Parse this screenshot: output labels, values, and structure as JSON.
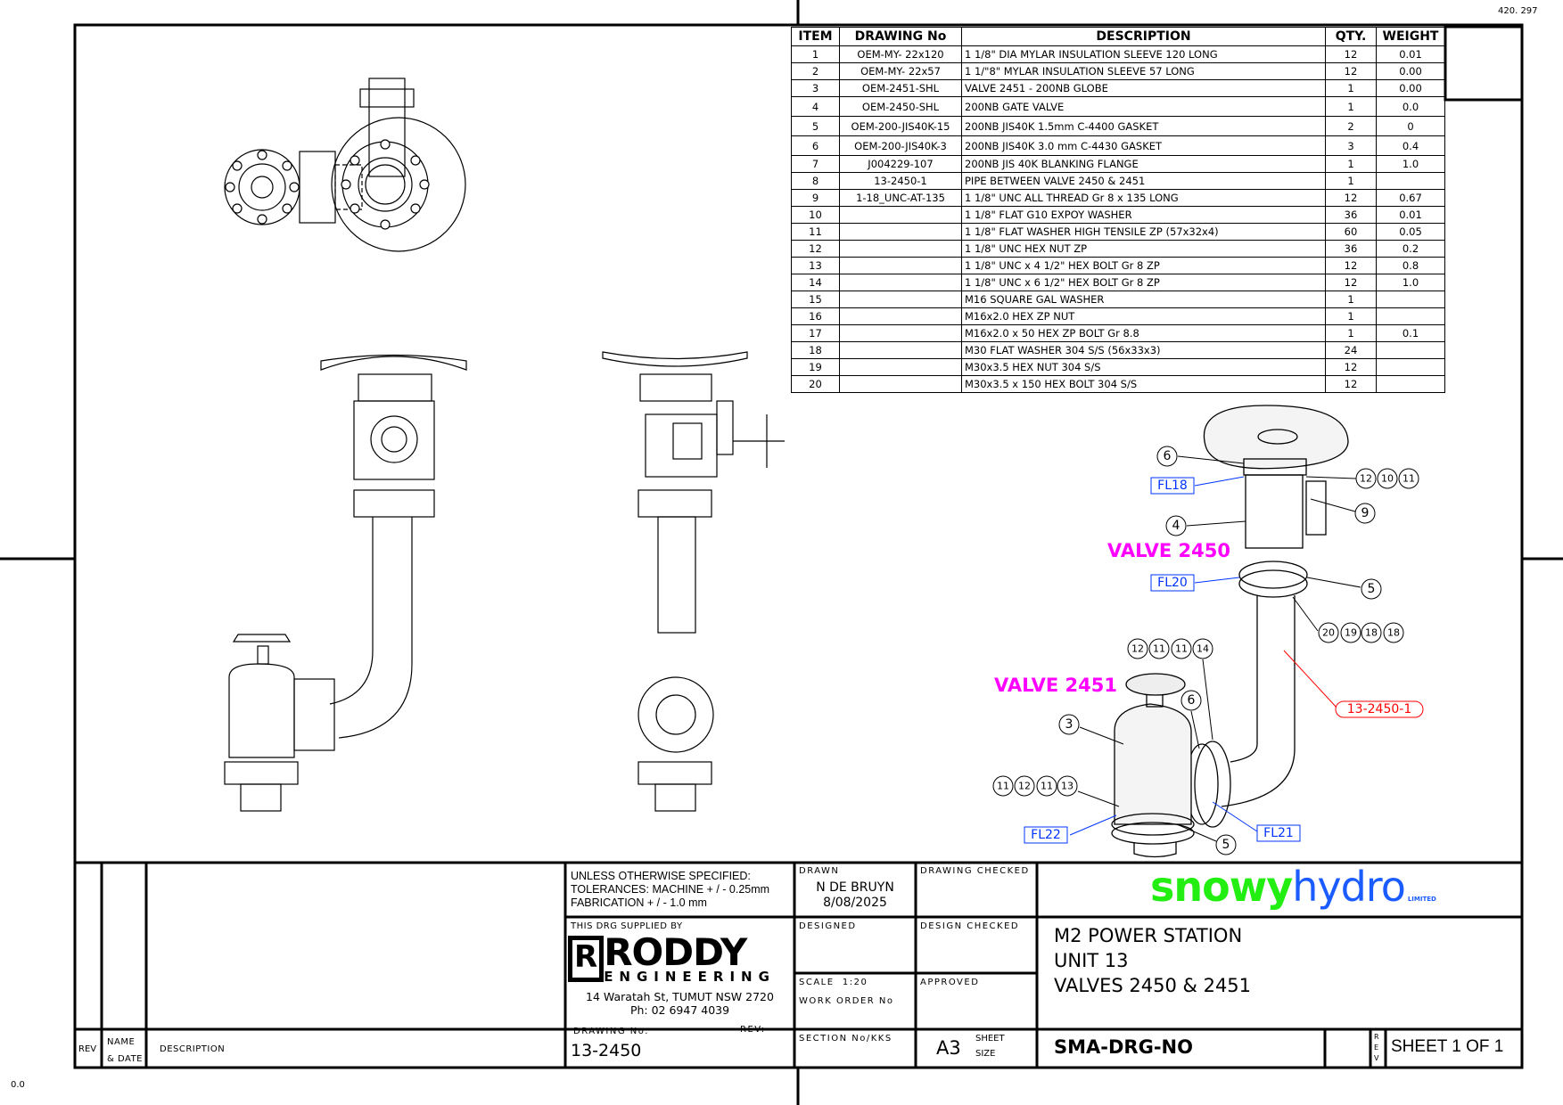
{
  "sheet": {
    "corner_ref": "420. 297",
    "origin": "0.0"
  },
  "bom": {
    "headers": [
      "ITEM",
      "DRAWING No",
      "DESCRIPTION",
      "QTY.",
      "WEIGHT"
    ],
    "rows": [
      [
        "1",
        "OEM-MY- 22x120",
        "1 1/8\" DIA MYLAR INSULATION SLEEVE 120 LONG",
        "12",
        "0.01"
      ],
      [
        "2",
        "OEM-MY- 22x57",
        "1 1/\"8\" MYLAR INSULATION SLEEVE 57 LONG",
        "12",
        "0.00"
      ],
      [
        "3",
        "OEM-2451-SHL",
        "VALVE 2451 - 200NB GLOBE",
        "1",
        "0.00"
      ],
      [
        "4",
        "OEM-2450-SHL",
        "200NB GATE VALVE",
        "1",
        "0.0"
      ],
      [
        "5",
        "OEM-200-JIS40K-15",
        "200NB JIS40K 1.5mm C-4400 GASKET",
        "2",
        "0"
      ],
      [
        "6",
        "OEM-200-JIS40K-3",
        "200NB JIS40K 3.0 mm C-4430 GASKET",
        "3",
        "0.4"
      ],
      [
        "7",
        "J004229-107",
        "200NB JIS 40K BLANKING FLANGE",
        "1",
        "1.0"
      ],
      [
        "8",
        "13-2450-1",
        "PIPE BETWEEN VALVE 2450 & 2451",
        "1",
        ""
      ],
      [
        "9",
        "1-18_UNC-AT-135",
        "1 1/8\" UNC ALL THREAD Gr 8 x 135 LONG",
        "12",
        "0.67"
      ],
      [
        "10",
        "",
        "1 1/8\" FLAT G10 EXPOY WASHER",
        "36",
        "0.01"
      ],
      [
        "11",
        "",
        "1 1/8\" FLAT WASHER HIGH TENSILE ZP (57x32x4)",
        "60",
        "0.05"
      ],
      [
        "12",
        "",
        "1 1/8\" UNC HEX NUT ZP",
        "36",
        "0.2"
      ],
      [
        "13",
        "",
        "1 1/8\" UNC x 4 1/2\" HEX BOLT Gr 8 ZP",
        "12",
        "0.8"
      ],
      [
        "14",
        "",
        "1 1/8\" UNC x 6 1/2\" HEX BOLT Gr 8 ZP",
        "12",
        "1.0"
      ],
      [
        "15",
        "",
        "M16 SQUARE GAL WASHER",
        "1",
        ""
      ],
      [
        "16",
        "",
        "M16x2.0  HEX ZP NUT",
        "1",
        ""
      ],
      [
        "17",
        "",
        "M16x2.0 x 50 HEX ZP BOLT Gr 8.8",
        "1",
        "0.1"
      ],
      [
        "18",
        "",
        "M30 FLAT WASHER 304 S/S (56x33x3)",
        "24",
        ""
      ],
      [
        "19",
        "",
        "M30x3.5 HEX NUT 304 S/S",
        "12",
        ""
      ],
      [
        "20",
        "",
        "M30x3.5 x 150 HEX BOLT 304 S/S",
        "12",
        ""
      ]
    ]
  },
  "callouts": {
    "valve_2450": "VALVE 2450",
    "valve_2451": "VALVE 2451",
    "pipe_ref": "13-2450-1",
    "fl18": "FL18",
    "fl20": "FL20",
    "fl21": "FL21",
    "fl22": "FL22",
    "b_6a": "6",
    "b_12a": "12",
    "b_10a": "10",
    "b_11a": "11",
    "b_9": "9",
    "b_4": "4",
    "b_5a": "5",
    "b_20": "20",
    "b_19": "19",
    "b_18a": "18",
    "b_18b": "18",
    "b_12b": "12",
    "b_11b": "11",
    "b_11c": "11",
    "b_14": "14",
    "b_6b": "6",
    "b_3": "3",
    "b_11d": "11",
    "b_12c": "12",
    "b_11e": "11",
    "b_13": "13",
    "b_5b": "5"
  },
  "title_block": {
    "tolerances": [
      "UNLESS OTHERWISE SPECIFIED:",
      "TOLERANCES: MACHINE + / - 0.25mm",
      "FABRICATION + / - 1.0 mm"
    ],
    "drawn_label": "DRAWN",
    "drawn_by": "N DE BRUYN",
    "drawn_date": "8/08/2025",
    "drawing_checked_label": "DRAWING CHECKED",
    "client_logo": {
      "left": "snowy",
      "right": "hydro",
      "sub": "LIMITED",
      "green": "#22ee11",
      "blue": "#1a5cff"
    },
    "supplied_by_label": "THIS DRG SUPPLIED BY",
    "supplier_logo": {
      "name": "RODDY",
      "sub": "ENGINEERING",
      "mark": "R"
    },
    "supplier_address": "14 Waratah St, TUMUT NSW 2720",
    "supplier_phone": "Ph: 02 6947 4039",
    "designed_label": "DESIGNED",
    "design_checked_label": "DESIGN CHECKED",
    "scale_label": "SCALE",
    "scale_value": "1:20",
    "work_order_label": "WORK ORDER No",
    "approved_label": "APPROVED",
    "title": [
      "M2 POWER STATION",
      "UNIT 13",
      "VALVES 2450 & 2451"
    ],
    "drawing_no_label": "DRAWING No.",
    "rev_label": "REV:",
    "drawing_no": "13-2450",
    "section_label": "SECTION No/KKS",
    "sheet_size": "A3",
    "sheet_size_label": [
      "SHEET",
      "SIZE"
    ],
    "doc_no": "SMA-DRG-NO",
    "rev_vertical": [
      "R",
      "E",
      "V"
    ],
    "sheet": "SHEET 1 OF 1",
    "rev_col": "REV",
    "name_date": [
      "NAME",
      "& DATE"
    ],
    "description_col": "DESCRIPTION"
  }
}
